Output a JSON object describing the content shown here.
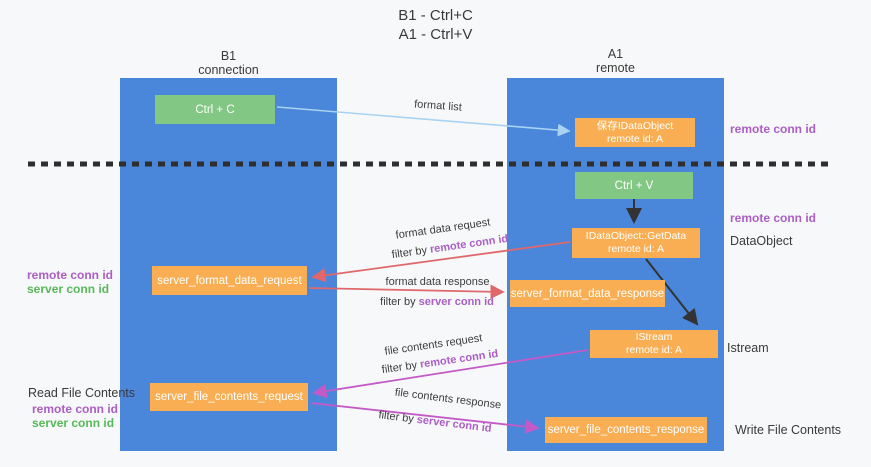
{
  "title": {
    "line1": "B1 - Ctrl+C",
    "line2": "A1 - Ctrl+V"
  },
  "columns": {
    "left": {
      "name": "B1",
      "role": "connection"
    },
    "right": {
      "name": "A1",
      "role": "remote"
    }
  },
  "boxes": {
    "ctrl_c": {
      "label": "Ctrl + C"
    },
    "ctrl_v": {
      "label": "Ctrl + V"
    },
    "save_dataobject": {
      "line1": "保存IDataObject",
      "line2": "remote id: A"
    },
    "getdata": {
      "line1": "IDataObject::GetData",
      "line2": "remote id: A"
    },
    "istream": {
      "line1": "IStream",
      "line2": "remote id: A"
    },
    "format_request": {
      "label": "server_format_data_request"
    },
    "format_response": {
      "label": "server_format_data_response"
    },
    "file_request": {
      "label": "server_file_contents_request"
    },
    "file_response": {
      "label": "server_file_contents_response"
    }
  },
  "arrow_labels": {
    "format_list": "format list",
    "format_data_request": "format data request",
    "format_data_response": "format data response",
    "file_contents_request": "file contents request",
    "file_contents_response": "file contents response",
    "filter_remote": {
      "prefix": "filter by ",
      "id": "remote conn id"
    },
    "filter_server": {
      "prefix": "filter by ",
      "id": "server conn id"
    }
  },
  "side_labels": {
    "left": {
      "remote_conn_id_1": "remote conn id",
      "server_conn_id_1": "server conn id",
      "read_file_contents": "Read File Contents",
      "remote_conn_id_2": "remote conn id",
      "server_conn_id_2": "server conn id"
    },
    "right": {
      "remote_conn_id_1": "remote conn id",
      "remote_conn_id_2": "remote conn id",
      "dataobject": "DataObject",
      "istream": "Istream",
      "write_file_contents": "Write File Contents"
    }
  },
  "colors": {
    "column_blue": "#4a86d9",
    "box_orange": "#f9ae53",
    "box_green": "#82c884",
    "arrow_lightblue": "#a9d3f2",
    "arrow_red": "#e0686d",
    "arrow_magenta": "#c45ac8",
    "arrow_black": "#333333",
    "text_purple": "#ab5ec5",
    "text_green": "#57b957",
    "dashed_line": "#2e2e2e"
  }
}
